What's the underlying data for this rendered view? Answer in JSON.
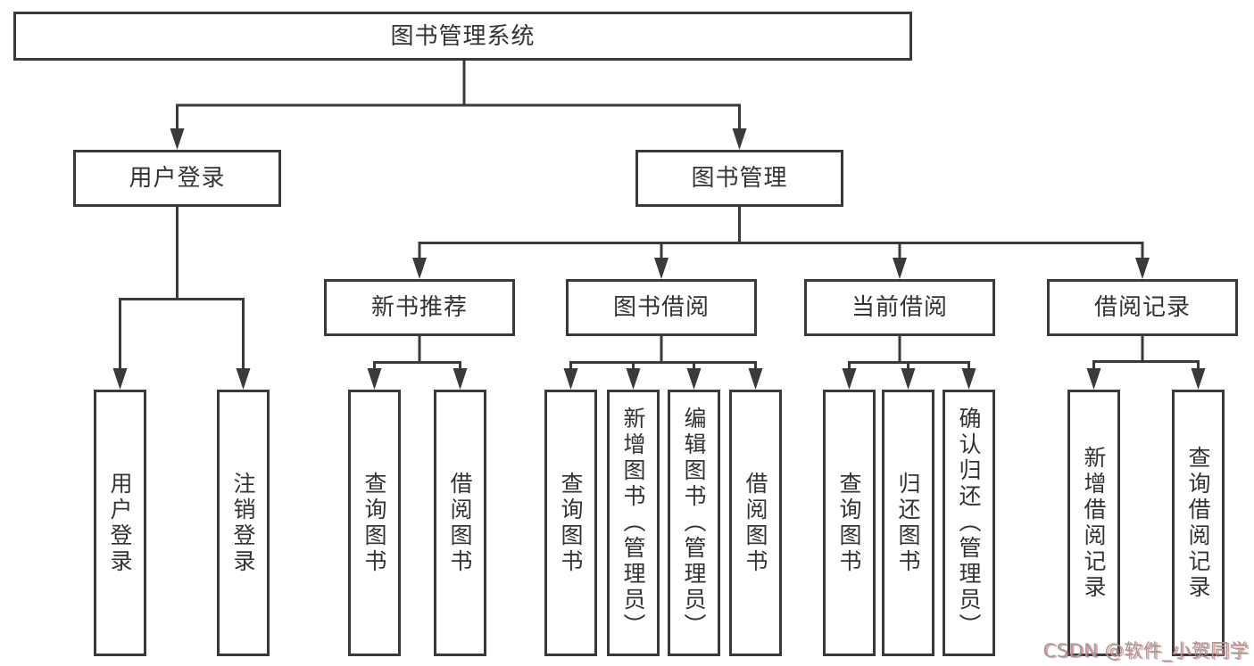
{
  "theme": {
    "line_color": "#3a3a3a",
    "text_color": "#333333",
    "background": "#ffffff",
    "watermark_color": "#9e9e9e",
    "watermark_accent": "rgba(214,80,80,0.55)"
  },
  "diagram": {
    "root": "图书管理系统",
    "level2": [
      "用户登录",
      "图书管理"
    ],
    "level3": [
      "新书推荐",
      "图书借阅",
      "当前借阅",
      "借阅记录"
    ],
    "leaves": {
      "user_login": [
        "用户登录",
        "注销登录"
      ],
      "new_book": [
        "查询图书",
        "借阅图书"
      ],
      "book_borrow": [
        "查询图书",
        "新增图书（管理员）",
        "编辑图书（管理员）",
        "借阅图书"
      ],
      "current_borrow": [
        "查询图书",
        "归还图书",
        "确认归还（管理员）"
      ],
      "borrow_record": [
        "新增借阅记录",
        "查询借阅记录"
      ]
    }
  },
  "watermark": {
    "text": "CSDN @软件_小贺同学"
  }
}
